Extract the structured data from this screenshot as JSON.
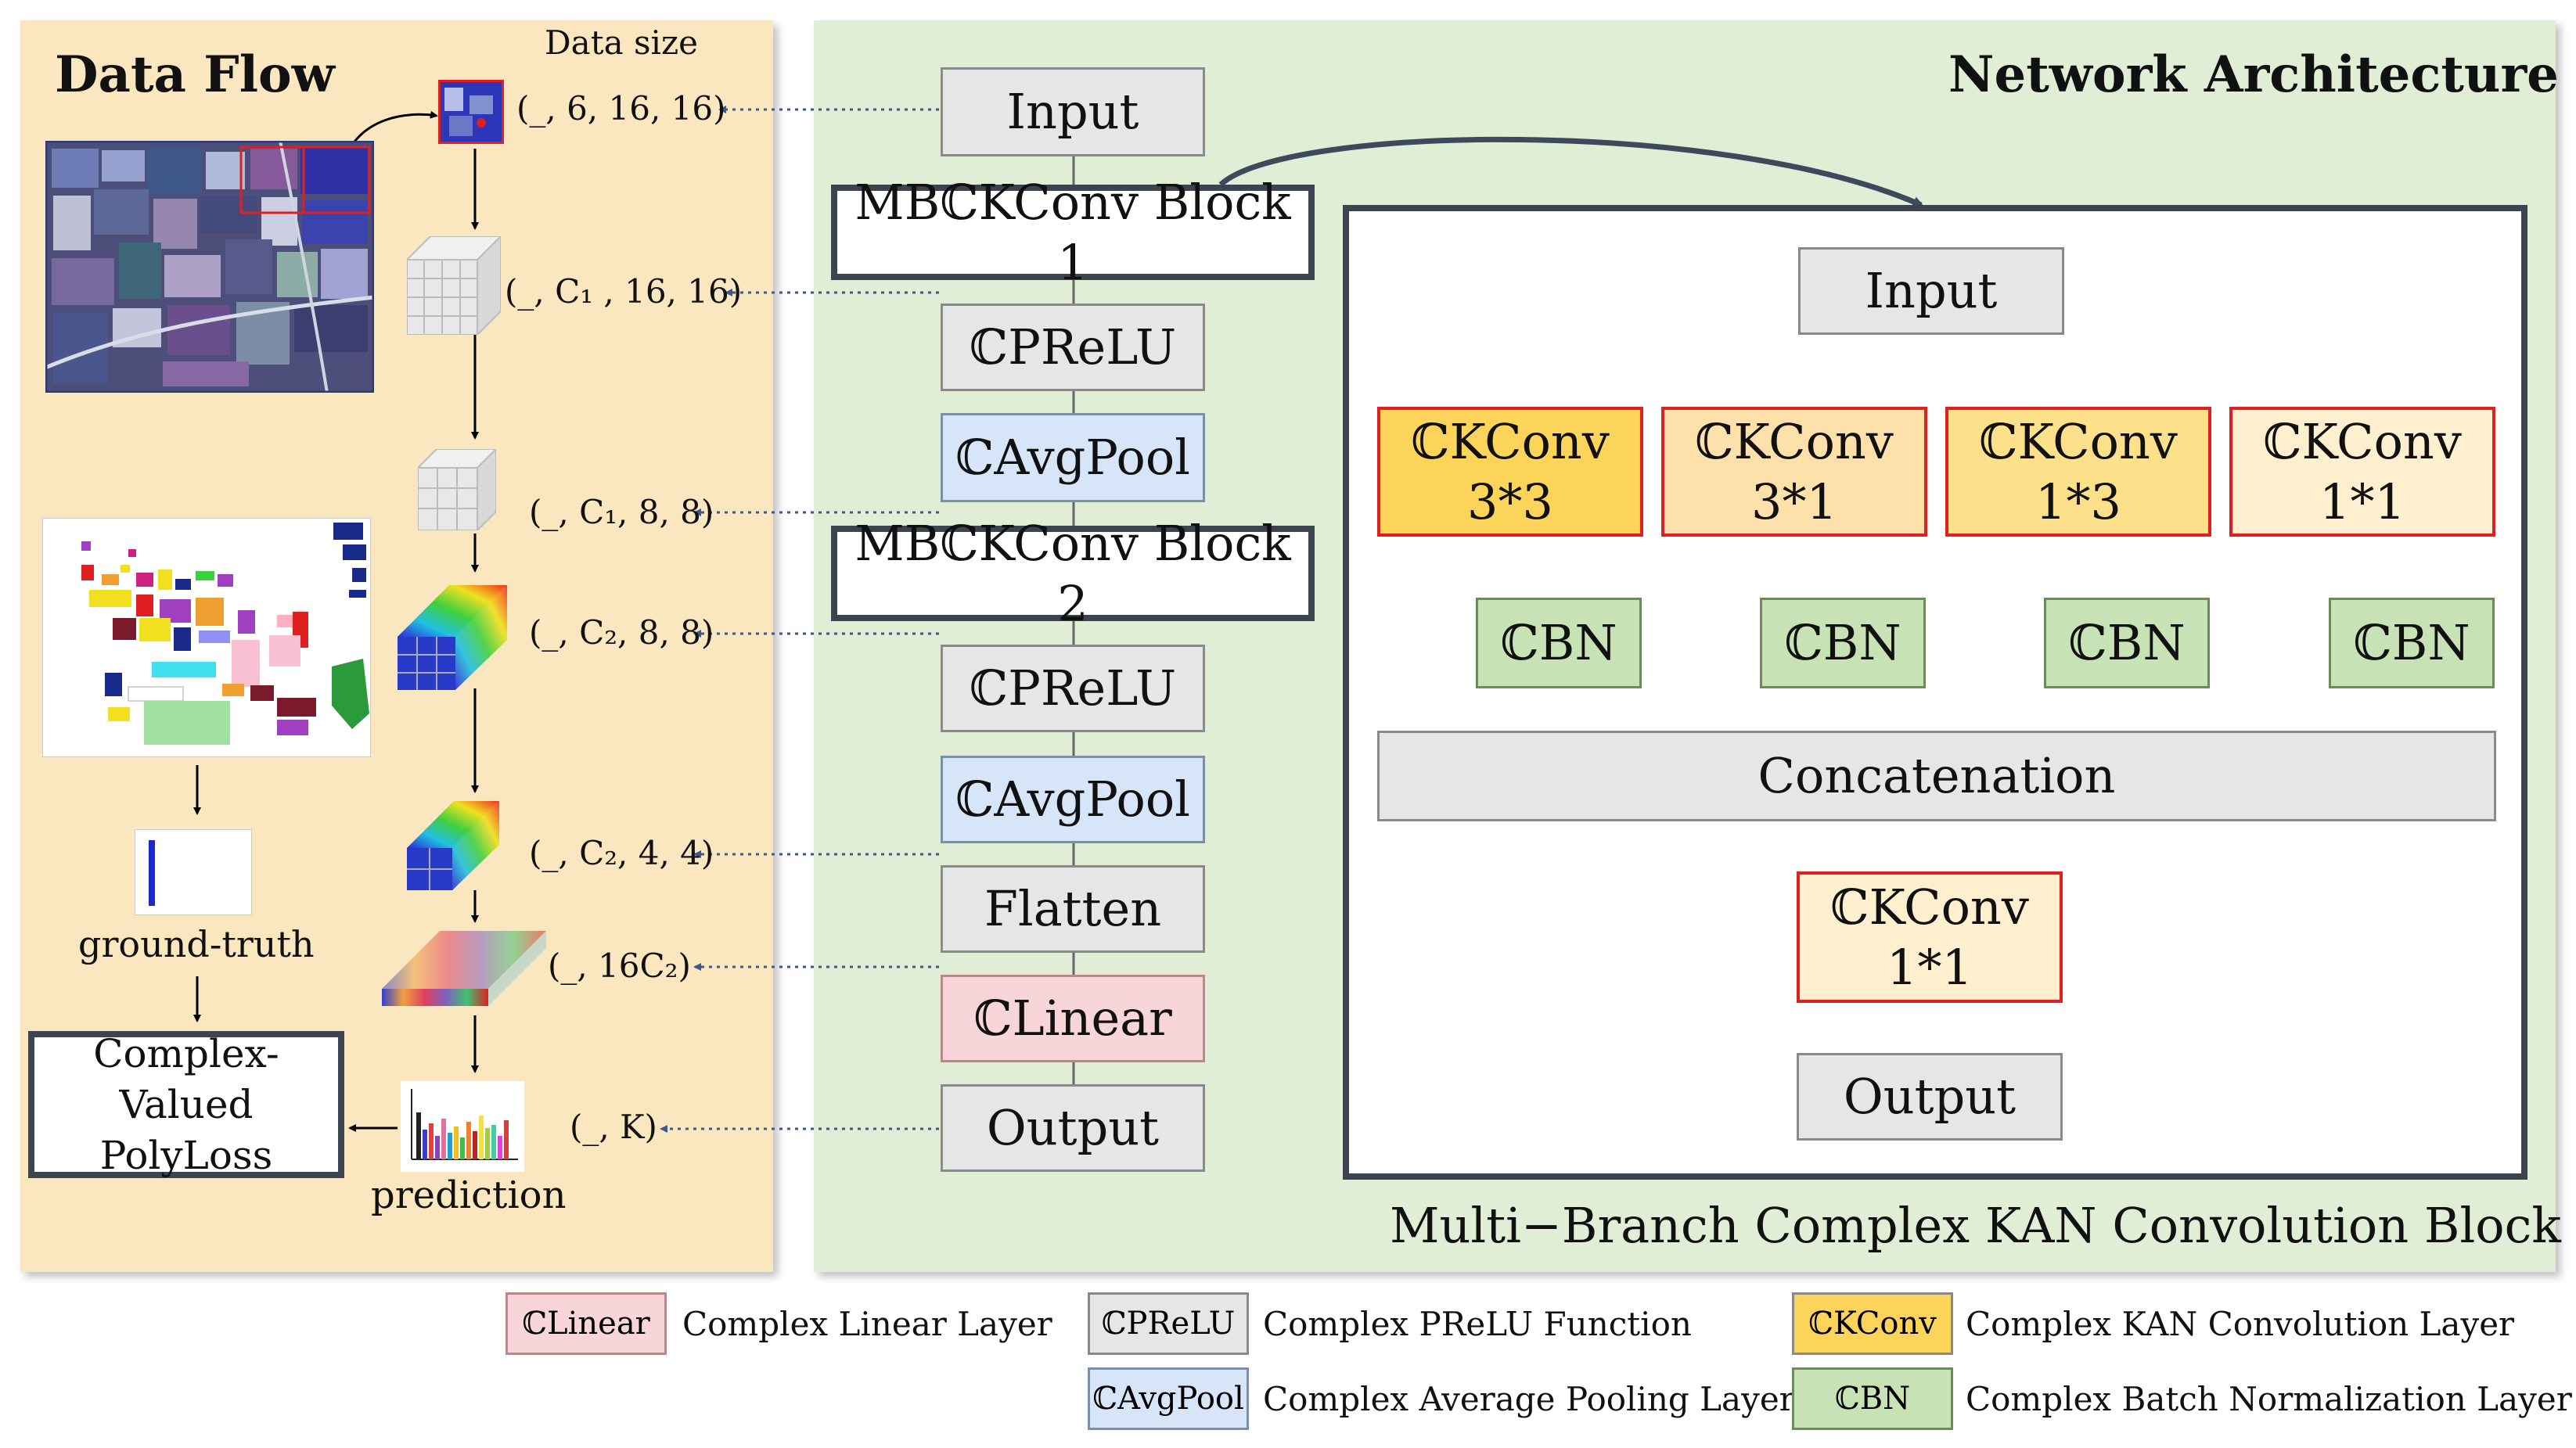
{
  "left_panel": {
    "title": "Data Flow",
    "data_size_header": "Data size",
    "sizes": [
      "(_, 6, 16, 16)",
      "(_, C₁ , 16, 16)",
      "(_, C₁, 8, 8)",
      "(_, C₂, 8, 8)",
      "(_, C₂, 4, 4)",
      "(_, 16C₂)",
      "(_, K)"
    ],
    "ground_truth_label": "ground-truth",
    "prediction_label": "prediction",
    "loss_box": [
      "Complex-Valued",
      "PolyLoss"
    ]
  },
  "right_panel": {
    "title": "Network Architecture",
    "pipeline": [
      "Input",
      "MBℂKConv Block 1",
      "ℂPReLU",
      "ℂAvgPool",
      "MBℂKConv Block 2",
      "ℂPReLU",
      "ℂAvgPool",
      "Flatten",
      "ℂLinear",
      "Output"
    ],
    "block": {
      "caption": "Multi−Branch Complex KAN Convolution Block",
      "input": "Input",
      "branches": [
        {
          "name": "ℂKConv",
          "kernel": "3*3",
          "color": "#fcd45a"
        },
        {
          "name": "ℂKConv",
          "kernel": "3*1",
          "color": "#fde0aa"
        },
        {
          "name": "ℂKConv",
          "kernel": "1*3",
          "color": "#fde08a"
        },
        {
          "name": "ℂKConv",
          "kernel": "1*1",
          "color": "#fef0cf"
        }
      ],
      "bn": "ℂBN",
      "concat": "Concatenation",
      "final_conv": {
        "name": "ℂKConv",
        "kernel": "1*1"
      },
      "output": "Output"
    }
  },
  "legend": [
    {
      "tag": "ℂLinear",
      "desc": "Complex Linear Layer",
      "color": "#f8d5d8"
    },
    {
      "tag": "ℂPReLU",
      "desc": "Complex PReLU Function",
      "color": "#e6e6e6"
    },
    {
      "tag": "ℂKConv",
      "desc": "Complex  KAN Convolution Layer",
      "color": "#fcd45a"
    },
    {
      "tag": "ℂAvgPool",
      "desc": "Complex Average Pooling Layer",
      "color": "#d6e6f8"
    },
    {
      "tag": "ℂBN",
      "desc": "Complex Batch Normalization Layer",
      "color": "#c7e2b4"
    }
  ]
}
